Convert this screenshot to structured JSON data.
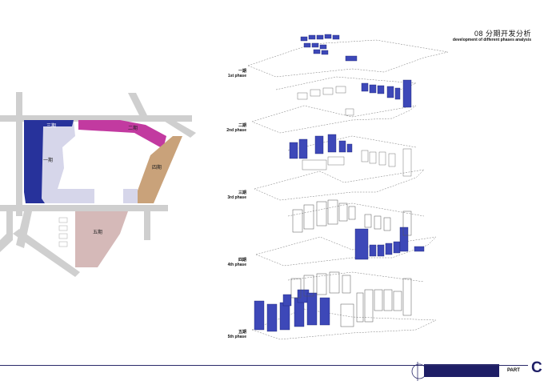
{
  "header": {
    "title": "08 分期开发分析",
    "subtitle": "development of different phases analysis"
  },
  "site_plan": {
    "colors": {
      "road": "#cfcfcf",
      "phase1": "#d6d6ea",
      "phase2": "#c23aa0",
      "phase3": "#27329b",
      "phase4": "#c9a27a",
      "phase5": "#d5b9b8"
    },
    "labels": [
      {
        "id": "p3",
        "text": "三期"
      },
      {
        "id": "p2",
        "text": "二期"
      },
      {
        "id": "p1",
        "text": "一期"
      },
      {
        "id": "p4",
        "text": "四期"
      },
      {
        "id": "p5",
        "text": "五期"
      }
    ]
  },
  "phases": [
    {
      "cn": "一期",
      "en": "1st phase"
    },
    {
      "cn": "二期",
      "en": "2nd phase"
    },
    {
      "cn": "三期",
      "en": "3rd phase"
    },
    {
      "cn": "四期",
      "en": "4th phase"
    },
    {
      "cn": "五期",
      "en": "5th phase"
    }
  ],
  "footer": {
    "part_label": "PART",
    "part_letter": "C",
    "colors": {
      "accent": "#1e1e66"
    }
  }
}
